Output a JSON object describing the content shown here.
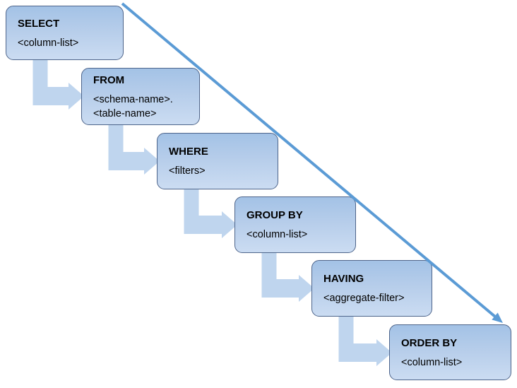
{
  "diagram": {
    "description": "SQL query clause order step-down flow",
    "steps": [
      {
        "id": "select",
        "title": "SELECT",
        "subtitle": "<column-list>"
      },
      {
        "id": "from",
        "title": "FROM",
        "subtitle": "<schema-name>.<table-name>"
      },
      {
        "id": "where",
        "title": "WHERE",
        "subtitle": "<filters>"
      },
      {
        "id": "group-by",
        "title": "GROUP BY",
        "subtitle": "<column-list>"
      },
      {
        "id": "having",
        "title": "HAVING",
        "subtitle": "<aggregate-filter>"
      },
      {
        "id": "order-by",
        "title": "ORDER BY",
        "subtitle": "<column-list>"
      }
    ],
    "colors": {
      "box_fill_top": "#a3c2e6",
      "box_fill_bottom": "#cbdcf2",
      "box_border": "#4d648a",
      "connector_fill": "#bfd5ee",
      "diagonal_arrow": "#5b9bd5"
    }
  }
}
